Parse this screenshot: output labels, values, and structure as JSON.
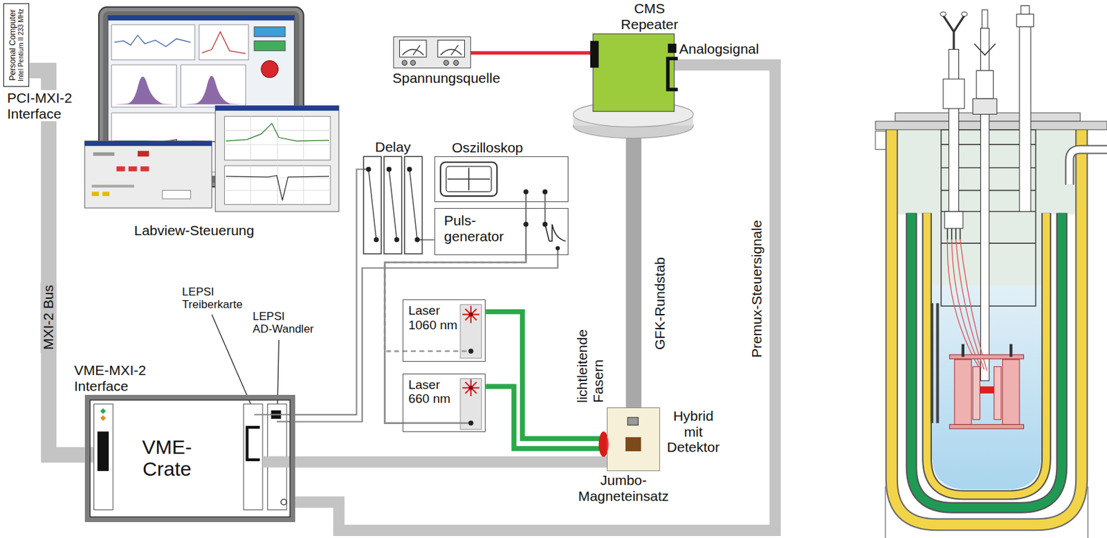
{
  "diagram": {
    "nodes": [
      {
        "text": [
          "Personal Computer",
          "Intel Pentium II 233 MHz"
        ]
      },
      {
        "text": [
          "Spannungsquelle"
        ]
      },
      {
        "text": [
          "CMS Repeater"
        ]
      },
      {
        "text": [
          "Delay"
        ]
      },
      {
        "text": [
          "Oszilloskop"
        ]
      },
      {
        "text": [
          "Puls- generator"
        ]
      },
      {
        "text": [
          "Laser 1060 nm"
        ]
      },
      {
        "text": [
          "Laser 660 nm"
        ]
      },
      {
        "text": [
          "VME-Crate"
        ]
      },
      {
        "text": [
          "Hybrid mit Detektor"
        ]
      }
    ],
    "edges": [
      {
        "from": 0,
        "to": 8,
        "arrow": "none",
        "label": "MXI-2 Bus"
      },
      {
        "from": 8,
        "to": 3,
        "arrow": "none"
      },
      {
        "from": 8,
        "to": 5,
        "arrow": "none"
      },
      {
        "from": 3,
        "to": 5,
        "arrow": "none"
      },
      {
        "from": 4,
        "to": 5,
        "arrow": "none"
      },
      {
        "from": 4,
        "to": 5,
        "arrow": "none"
      },
      {
        "from": 5,
        "to": 6,
        "arrow": "none"
      },
      {
        "from": 5,
        "to": 7,
        "arrow": "none"
      },
      {
        "from": 1,
        "to": 2,
        "arrow": "none"
      },
      {
        "from": 6,
        "to": 9,
        "arrow": "none"
      },
      {
        "from": 7,
        "to": 9,
        "arrow": "none"
      },
      {
        "from": 2,
        "to": 9,
        "arrow": "none"
      },
      {
        "from": 8,
        "to": 9,
        "arrow": "none"
      },
      {
        "from": 8,
        "to": 2,
        "arrow": "none",
        "label": "Premux-Steuersignale"
      }
    ],
    "labels": [
      "PCI-MXI-2 Interface",
      "Labview-Steuerung",
      "VME-MXI-2 Interface",
      "LEPSI Treiberkarte",
      "LEPSI AD-Wandler",
      "Analogsignal",
      "lichtleitende Fasern",
      "GFK-Rundstab",
      "Jumbo-Magneteinsatz"
    ]
  }
}
